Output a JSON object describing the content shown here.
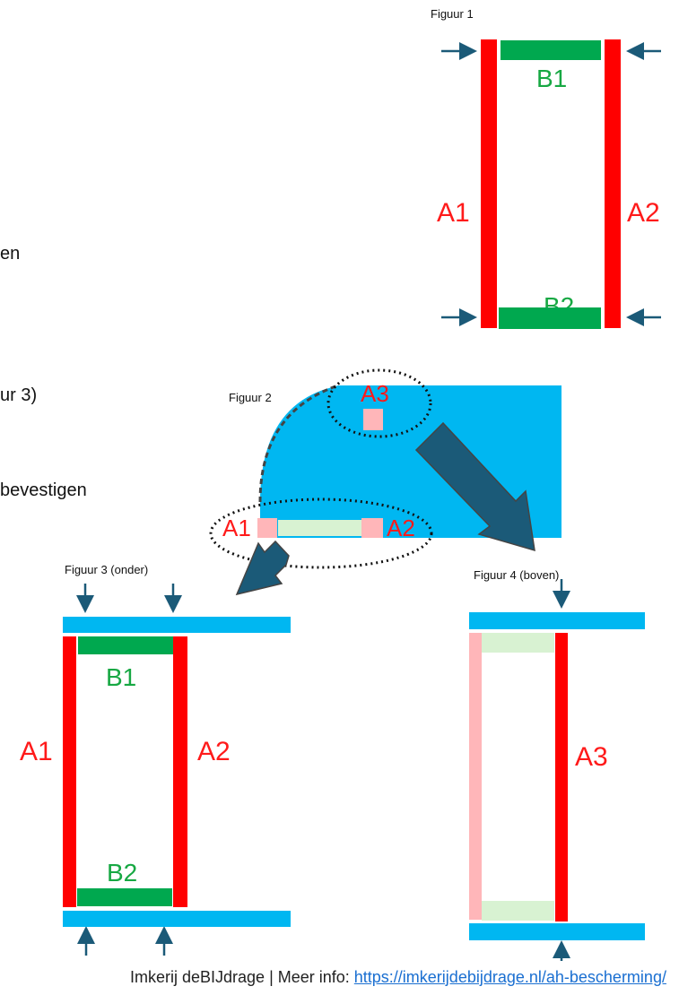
{
  "left_cut_text": [
    "en",
    "ur 3)",
    "bevestigen"
  ],
  "fig1": {
    "caption": "Figuur 1",
    "labels": {
      "a1": "A1",
      "a2": "A2",
      "b1": "B1",
      "b2": "B2"
    }
  },
  "fig2": {
    "caption": "Figuur 2",
    "labels": {
      "a1": "A1",
      "a2": "A2",
      "a3": "A3"
    }
  },
  "fig3": {
    "caption": "Figuur 3 (onder)",
    "labels": {
      "a1": "A1",
      "a2": "A2",
      "b1": "B1",
      "b2": "B2"
    }
  },
  "fig4": {
    "caption": "Figuur 4 (boven)",
    "labels": {
      "a3": "A3"
    }
  },
  "footer": {
    "prefix": "Imkerij deBIJdrage | Meer info: ",
    "link": "https://imkerijdebijdrage.nl/ah-bescherming/"
  },
  "colors": {
    "red": "#ff0000",
    "green": "#00a84f",
    "blue": "#00b7f1",
    "pink": "#ffb6b9",
    "light_green": "#d8f2d2",
    "arrow": "#1b5a78"
  }
}
